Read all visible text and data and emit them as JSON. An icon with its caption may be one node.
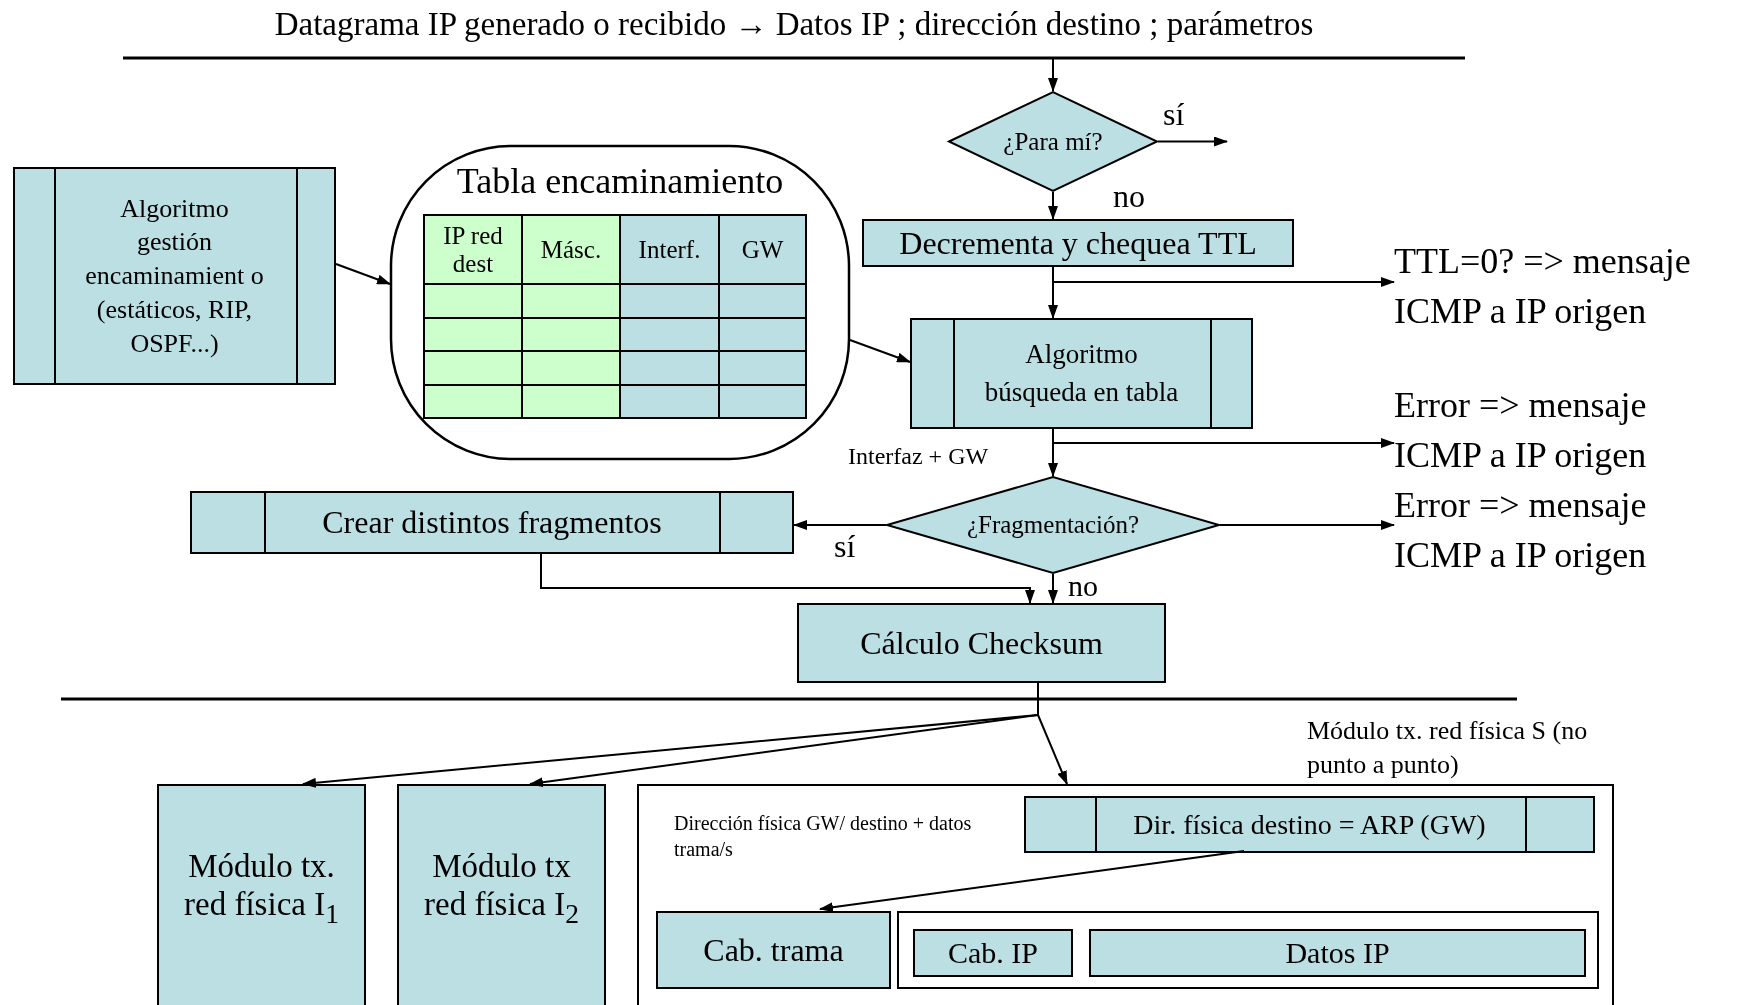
{
  "diagram": {
    "title": "Datagrama IP generado o recibido → Datos IP ; dirección destino ; parámetros",
    "nodes": [
      {
        "text": [
          "¿Para mí?"
        ]
      },
      {
        "text": [
          "Algoritmo gestión encaminamient o (estáticos, RIP, OSPF...)"
        ]
      },
      {
        "text": [
          "Tabla encaminamiento"
        ]
      },
      {
        "text": [
          "Decrementa y chequea TTL"
        ]
      },
      {
        "text": [
          "TTL=0? => mensaje ICMP a IP origen"
        ]
      },
      {
        "text": [
          "Algoritmo búsqueda en tabla"
        ]
      },
      {
        "text": [
          "Error => mensaje ICMP a IP origen"
        ]
      },
      {
        "text": [
          "Crear distintos fragmentos"
        ]
      },
      {
        "text": [
          "¿Fragmentación?"
        ]
      },
      {
        "text": [
          "Error => mensaje ICMP a IP origen"
        ]
      },
      {
        "text": [
          "Cálculo Checksum"
        ]
      },
      {
        "text": [
          "Módulo tx. red física I$_{1}$"
        ]
      },
      {
        "text": [
          "Módulo tx red física I$_{2}$"
        ]
      },
      {
        "text": [
          "Módulo tx. red física S (no punto a punto)",
          "Dirección física GW/ destino + datos trama/s"
        ]
      },
      {
        "text": [
          "Dir. física destino = ARP (GW)"
        ],
        "in": 13
      },
      {
        "text": [
          "Cab. trama"
        ],
        "in": 13
      },
      {
        "text": [],
        "shape": "box",
        "in": 13
      },
      {
        "text": [
          "Cab. IP"
        ],
        "in": 16
      },
      {
        "text": [
          "Datos IP"
        ],
        "in": 16
      }
    ],
    "edges": [
      {
        "from": null,
        "to": 0,
        "arrow": "to"
      },
      {
        "from": 0,
        "to": null,
        "arrow": "to",
        "label": "sí"
      },
      {
        "from": 0,
        "to": 3,
        "arrow": "to",
        "label": "no"
      },
      {
        "from": 3,
        "to": 4,
        "arrow": "to"
      },
      {
        "from": 3,
        "to": 5,
        "arrow": "to"
      },
      {
        "from": 1,
        "to": 2,
        "arrow": "to"
      },
      {
        "from": 2,
        "to": 5,
        "arrow": "to"
      },
      {
        "from": 5,
        "to": 6,
        "arrow": "to"
      },
      {
        "from": 5,
        "to": 8,
        "arrow": "to",
        "label": "Interfaz + GW"
      },
      {
        "from": 8,
        "to": 9,
        "arrow": "to"
      },
      {
        "from": 8,
        "to": 7,
        "arrow": "to",
        "label": "sí"
      },
      {
        "from": 8,
        "to": 10,
        "arrow": "to",
        "label": "no"
      },
      {
        "from": 7,
        "to": 10,
        "arrow": "to"
      },
      {
        "from": 10,
        "to": 11,
        "arrow": "to"
      },
      {
        "from": 10,
        "to": 12,
        "arrow": "to"
      },
      {
        "from": 10,
        "to": 13,
        "arrow": "to"
      },
      {
        "from": 14,
        "to": 15,
        "arrow": "to"
      }
    ],
    "labels": [
      "IP red dest",
      "Másc.",
      "Interf.",
      "GW"
    ]
  }
}
